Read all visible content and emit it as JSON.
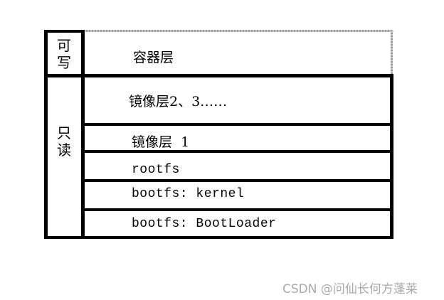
{
  "diagram": {
    "title": "",
    "groups": [
      {
        "label_line1": "可",
        "label_line2": "写",
        "meaning": "writable"
      },
      {
        "label_line1": "只",
        "label_line2": "读",
        "meaning": "read-only"
      }
    ],
    "layers": [
      {
        "label": "容器层",
        "group": "writable"
      },
      {
        "label": "镜像层2、3……",
        "group": "read-only"
      },
      {
        "label": "镜像层  1",
        "group": "read-only"
      },
      {
        "label": "rootfs",
        "group": "read-only"
      },
      {
        "label": "bootfs: kernel",
        "group": "read-only"
      },
      {
        "label": "bootfs: BootLoader",
        "group": "read-only"
      }
    ],
    "colors": {
      "border": "#000000",
      "writable_border": "#9a9a9a",
      "background": "#ffffff",
      "watermark": "#a9a9a9"
    }
  },
  "watermark": "CSDN @问仙长何方蓬莱"
}
